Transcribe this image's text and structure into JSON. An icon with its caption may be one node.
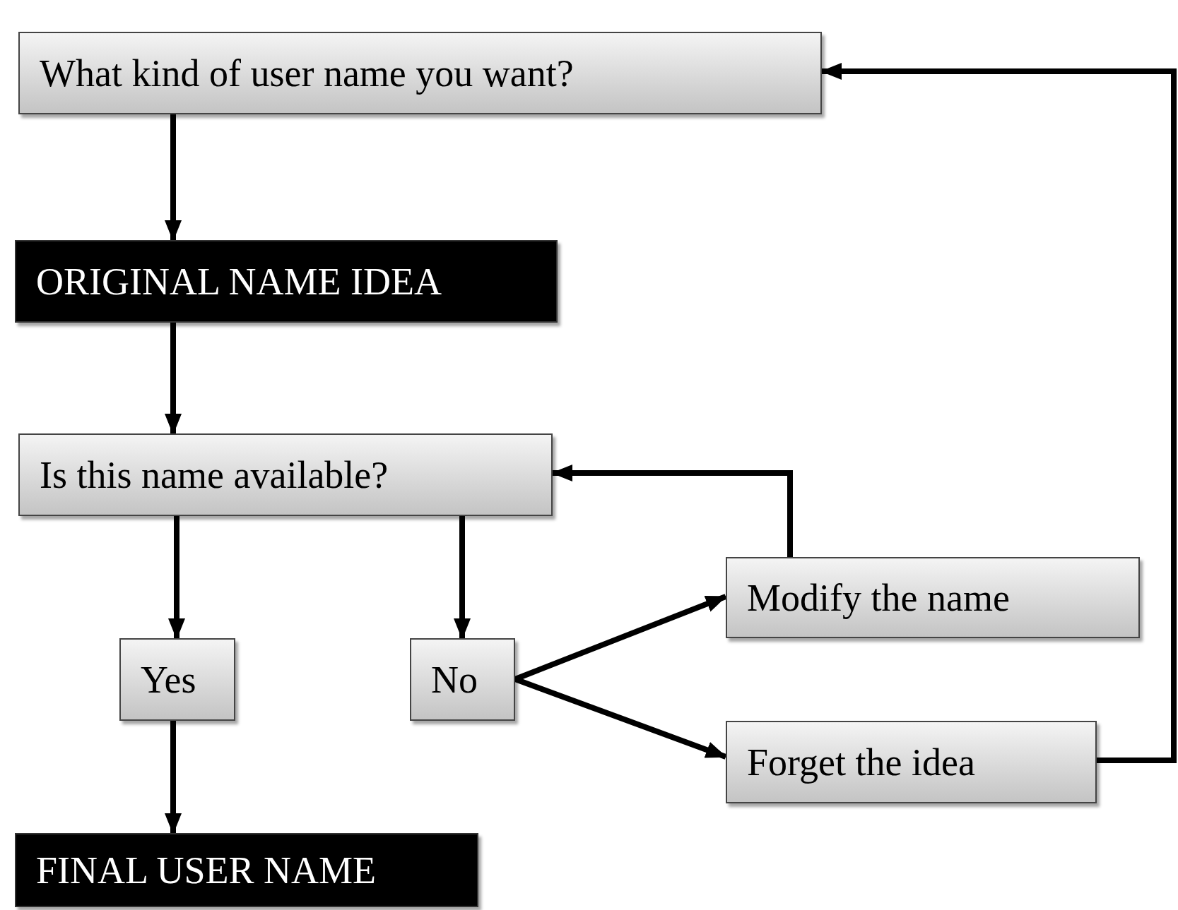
{
  "diagram": {
    "nodes": [
      {
        "text": [
          "What kind of user name you want?"
        ]
      },
      {
        "text": [
          "ORIGINAL NAME IDEA"
        ]
      },
      {
        "text": [
          "Is this name available?"
        ]
      },
      {
        "text": [
          "Yes"
        ]
      },
      {
        "text": [
          "No"
        ]
      },
      {
        "text": [
          "Modify the name"
        ]
      },
      {
        "text": [
          "Forget the idea"
        ]
      },
      {
        "text": [
          "FINAL USER NAME"
        ]
      }
    ],
    "edges": [
      {
        "from": 0,
        "to": 1,
        "arrow": "to"
      },
      {
        "from": 1,
        "to": 2,
        "arrow": "to"
      },
      {
        "from": 2,
        "to": 3,
        "arrow": "to"
      },
      {
        "from": 2,
        "to": 4,
        "arrow": "to"
      },
      {
        "from": 4,
        "to": 5,
        "arrow": "to"
      },
      {
        "from": 4,
        "to": 6,
        "arrow": "to"
      },
      {
        "from": 5,
        "to": 2,
        "arrow": "to"
      },
      {
        "from": 6,
        "to": 0,
        "arrow": "to"
      },
      {
        "from": 3,
        "to": 7,
        "arrow": "to"
      }
    ]
  }
}
